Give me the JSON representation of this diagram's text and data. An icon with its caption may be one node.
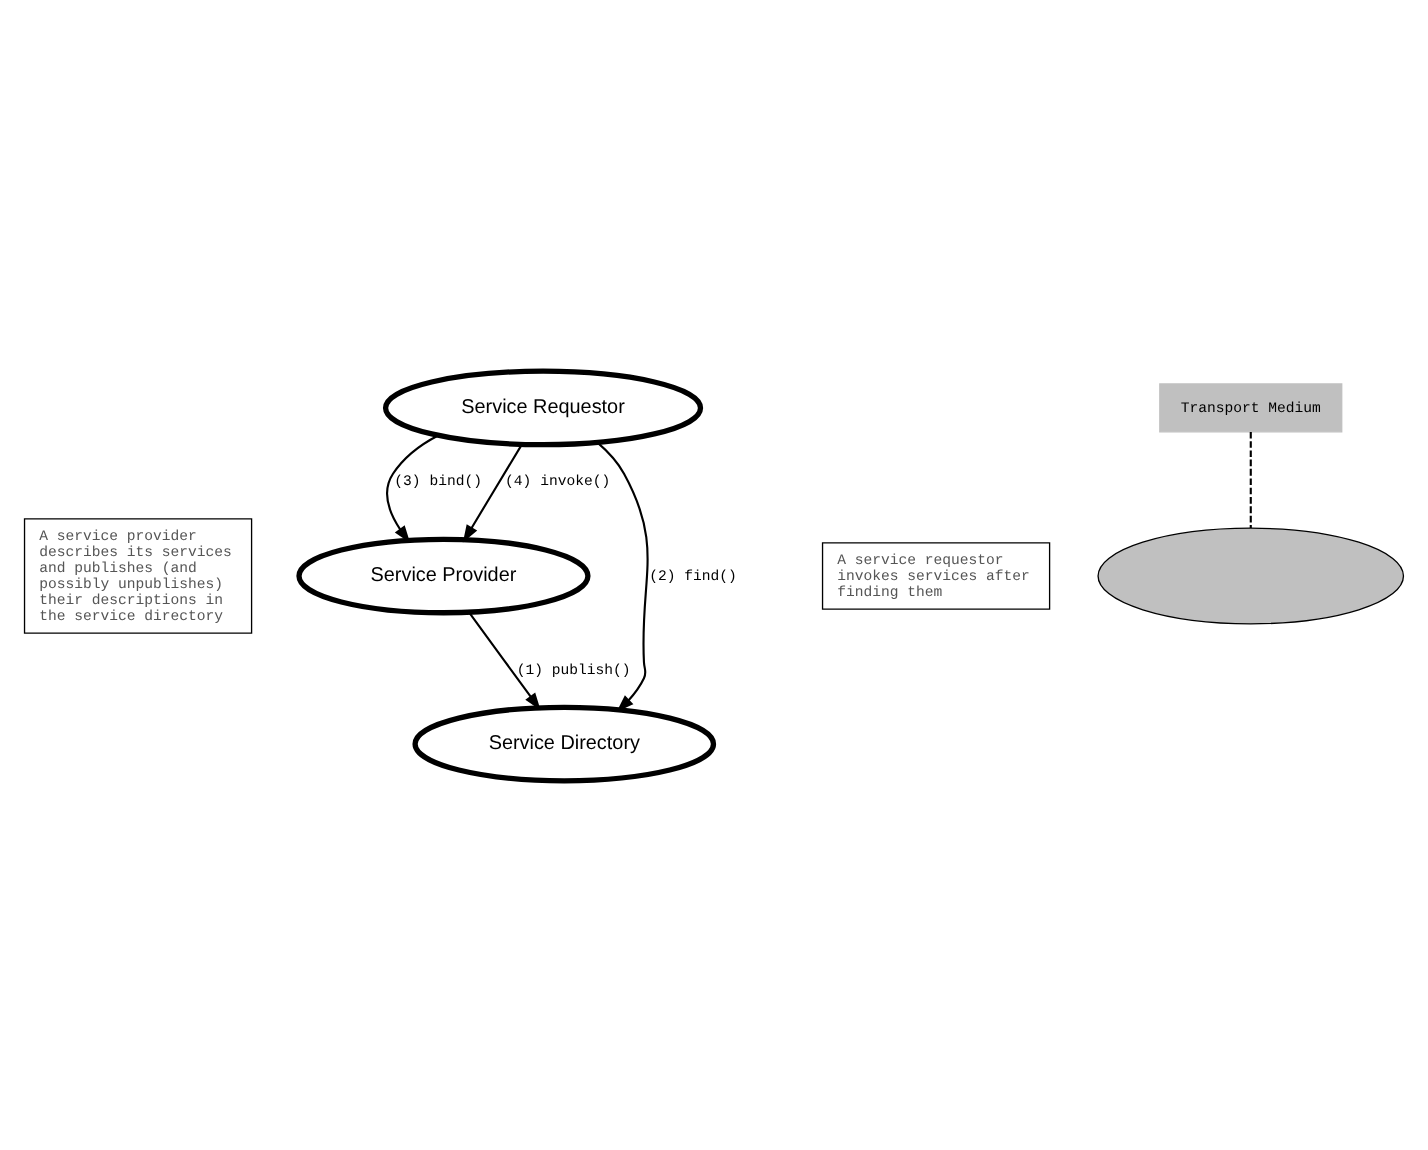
{
  "diagram": {
    "nodes": [
      {
        "text": [
          "A service provider describes its services and publishes (and possibly unpublishes) their descriptions in the service directory"
        ]
      },
      {
        "text": [
          "Service Provider"
        ]
      },
      {
        "text": [
          "A service requestor invokes services after finding them"
        ]
      },
      {
        "text": [
          "Service Directory"
        ]
      },
      {
        "text": [],
        "shape": "cloud"
      },
      {
        "text": [
          "Transport Medium"
        ]
      },
      {
        "text": [
          "Service Requestor"
        ]
      }
    ],
    "edges": [
      {
        "from": 1,
        "to": 3,
        "arrow": "to",
        "label": "(1) publish()"
      },
      {
        "from": 6,
        "to": 3,
        "arrow": "to",
        "label": "(2) find()"
      },
      {
        "from": 6,
        "to": 1,
        "arrow": "to",
        "label": "(3) bind()"
      },
      {
        "from": 6,
        "to": 1,
        "arrow": "to",
        "label": "(4) invoke()"
      },
      {
        "from": 5,
        "to": 4,
        "arrow": "none",
        "style": "dashed"
      }
    ]
  }
}
